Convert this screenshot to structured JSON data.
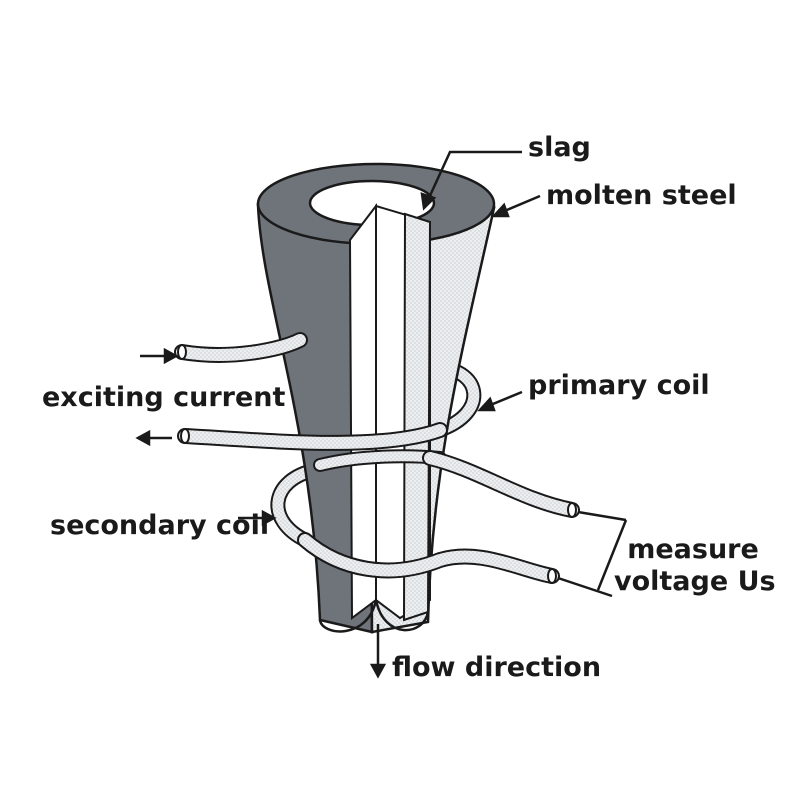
{
  "labels": {
    "slag": "slag",
    "molten_steel": "molten steel",
    "primary_coil": "primary coil",
    "exciting_current": "exciting current",
    "secondary_coil": "secondary coil",
    "measure_line1": "measure",
    "measure_line2": "voltage Us",
    "flow_direction": "flow direction"
  },
  "colors": {
    "steel_gray": "#6f747b",
    "refractory": "#e6e8ea",
    "inner_white": "#ffffff",
    "line": "#1a1a1a",
    "coil_fill": "#e4e6e8"
  }
}
